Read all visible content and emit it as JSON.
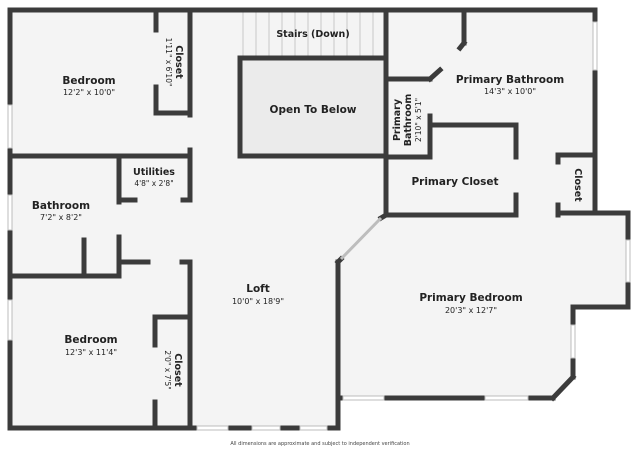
{
  "colors": {
    "wall": "#3b3b3b",
    "floor": "#f4f4f4",
    "open_below": "#ebebeb",
    "window": "#ffffff",
    "text": "#222222"
  },
  "rooms": {
    "bedroom_1": {
      "name": "Bedroom",
      "dims": "12'2\" x 10'0\""
    },
    "closet_1": {
      "name": "Closet",
      "dims": "1'11\" x 6'10\""
    },
    "stairs": {
      "name": "Stairs (Down)"
    },
    "open_below": {
      "name": "Open To Below"
    },
    "primary_bath_small": {
      "name_line1": "Primary",
      "name_line2": "Bathroom",
      "dims": "2'10\" x 5'1\""
    },
    "primary_bathroom": {
      "name": "Primary Bathroom",
      "dims": "14'3\" x 10'0\""
    },
    "utilities": {
      "name": "Utilities",
      "dims": "4'8\" x 2'8\""
    },
    "bathroom": {
      "name": "Bathroom",
      "dims": "7'2\" x 8'2\""
    },
    "primary_closet": {
      "name": "Primary Closet"
    },
    "closet_3": {
      "name": "Closet"
    },
    "loft": {
      "name": "Loft",
      "dims": "10'0\" x 18'9\""
    },
    "primary_bedroom": {
      "name": "Primary Bedroom",
      "dims": "20'3\" x 12'7\""
    },
    "bedroom_2": {
      "name": "Bedroom",
      "dims": "12'3\" x 11'4\""
    },
    "closet_2": {
      "name": "Closet",
      "dims": "2'0\" x 7'5\""
    }
  },
  "footer": {
    "disclaimer": "All dimensions are approximate and subject to independent verification"
  }
}
